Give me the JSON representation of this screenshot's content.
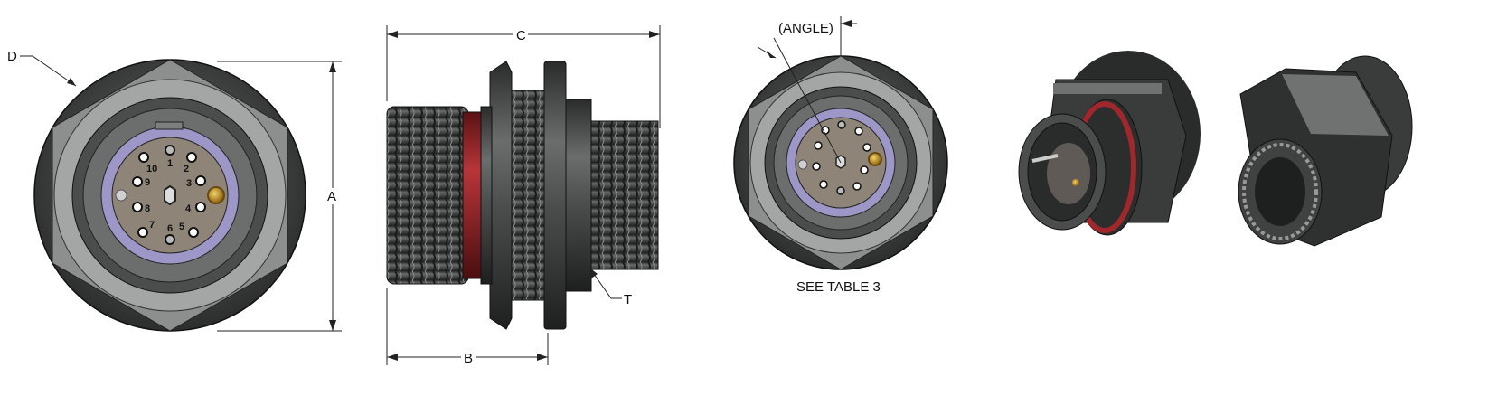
{
  "labels": {
    "d": "D",
    "a": "A",
    "c": "C",
    "b": "B",
    "t": "T",
    "angle": "(ANGLE)",
    "see_table": "SEE TABLE 3"
  },
  "pins": [
    "1",
    "2",
    "3",
    "4",
    "5",
    "6",
    "7",
    "8",
    "9",
    "10"
  ],
  "colors": {
    "body": "#3d403f",
    "nut": "#8a8c8c",
    "insulator_ring": "#9d97c7",
    "insert": "#8e8578",
    "seal_red": "#a0272b",
    "gold_contact": "#c9951f"
  }
}
